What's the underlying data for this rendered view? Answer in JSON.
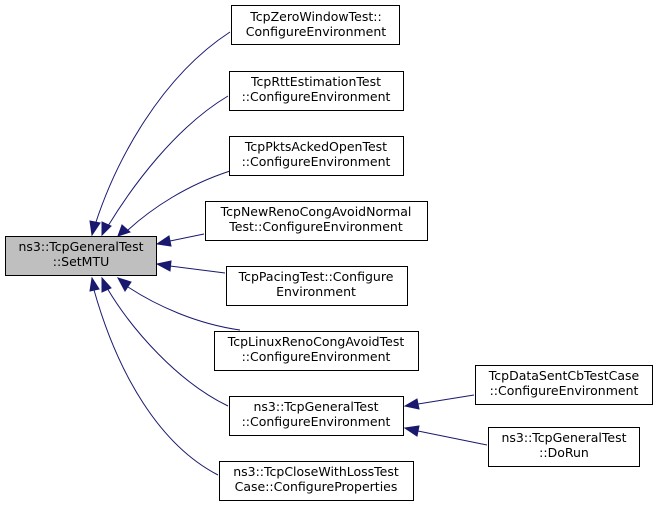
{
  "colors": {
    "edge": "#191970",
    "root_fill": "#bfbfbf",
    "node_fill": "#ffffff",
    "border": "#000000"
  },
  "nodes": [
    {
      "id": "root",
      "lines": [
        "ns3::TcpGeneralTest",
        "::SetMTU"
      ]
    },
    {
      "id": "zero_window",
      "lines": [
        "TcpZeroWindowTest::",
        "ConfigureEnvironment"
      ]
    },
    {
      "id": "rtt_estimation",
      "lines": [
        "TcpRttEstimationTest",
        "::ConfigureEnvironment"
      ]
    },
    {
      "id": "pkts_acked",
      "lines": [
        "TcpPktsAckedOpenTest",
        "::ConfigureEnvironment"
      ]
    },
    {
      "id": "newreno_cong",
      "lines": [
        "TcpNewRenoCongAvoidNormal",
        "Test::ConfigureEnvironment"
      ]
    },
    {
      "id": "pacing",
      "lines": [
        "TcpPacingTest::Configure",
        "Environment"
      ]
    },
    {
      "id": "linux_reno",
      "lines": [
        "TcpLinuxRenoCongAvoidTest",
        "::ConfigureEnvironment"
      ]
    },
    {
      "id": "general_configure",
      "lines": [
        "ns3::TcpGeneralTest",
        "::ConfigureEnvironment"
      ]
    },
    {
      "id": "close_with_loss",
      "lines": [
        "ns3::TcpCloseWithLossTest",
        "Case::ConfigureProperties"
      ]
    },
    {
      "id": "data_sent_cb",
      "lines": [
        "TcpDataSentCbTestCase",
        "::ConfigureEnvironment"
      ]
    },
    {
      "id": "general_dorun",
      "lines": [
        "ns3::TcpGeneralTest",
        "::DoRun"
      ]
    }
  ]
}
